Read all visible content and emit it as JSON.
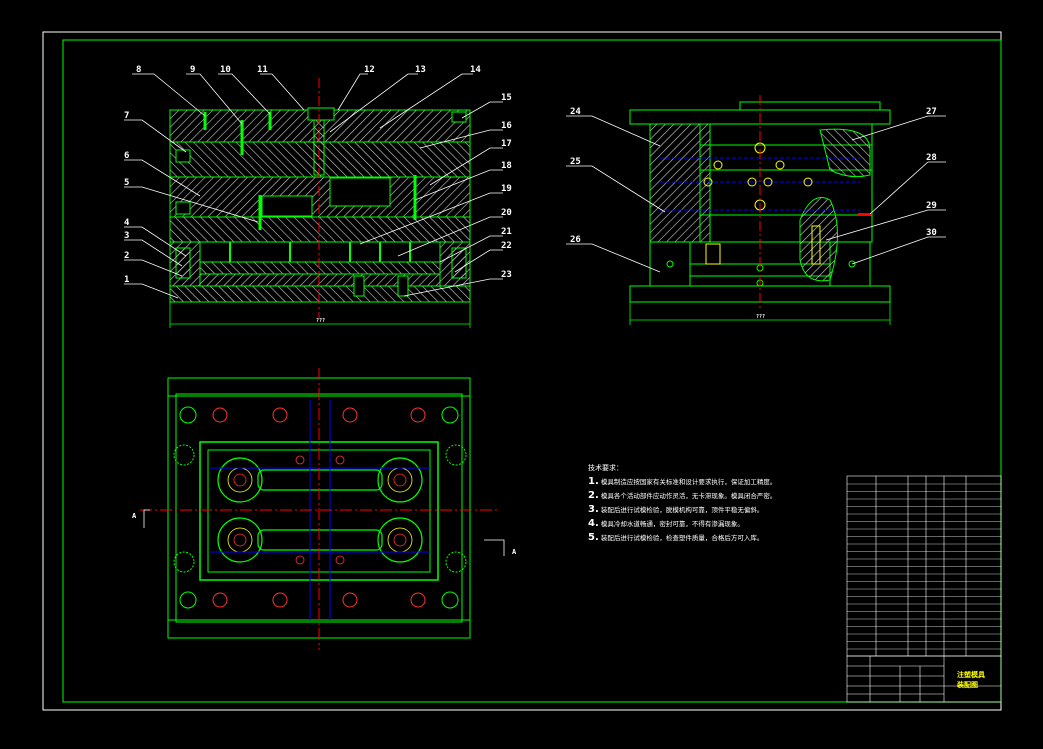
{
  "drawing": {
    "title": "",
    "colors": {
      "background": "#000000",
      "frame": "#ffffff",
      "outline": "#00ff00",
      "hatch": "#ffffff",
      "center": "#ff0000",
      "parts": "#0000ff",
      "accent": "#ffff00",
      "leader": "#ffffff"
    }
  },
  "section_view": {
    "part_numbers": [
      "8",
      "9",
      "10",
      "11",
      "12",
      "13",
      "14",
      "15",
      "16",
      "17",
      "18",
      "19",
      "20",
      "21",
      "22",
      "23",
      "1",
      "2",
      "3",
      "4",
      "5",
      "6",
      "7"
    ],
    "dimension_label": "???"
  },
  "side_view": {
    "part_numbers": [
      "24",
      "25",
      "26",
      "27",
      "28",
      "29",
      "30"
    ],
    "dimension_label": "???"
  },
  "plan_view": {
    "section_markers": [
      "A",
      "A"
    ]
  },
  "technical_requirements": {
    "heading": "技术要求：",
    "items": [
      {
        "num": "1.",
        "text": "模具制造应按国家有关标准和设计要求执行，保证加工精度。"
      },
      {
        "num": "2.",
        "text": "模具各个活动部件应动作灵活，无卡滞现象。模具闭合严密。"
      },
      {
        "num": "3.",
        "text": "装配后进行试模检验，脱模机构可靠，顶件平稳无偏斜。"
      },
      {
        "num": "4.",
        "text": "模具冷却水道畅通，密封可靠，不得有渗漏现象。"
      },
      {
        "num": "5.",
        "text": "装配后进行试模检验，检查塑件质量，合格后方可入库。"
      }
    ]
  },
  "title_block": {
    "project": "注塑模具",
    "drawing_name": "装配图"
  }
}
